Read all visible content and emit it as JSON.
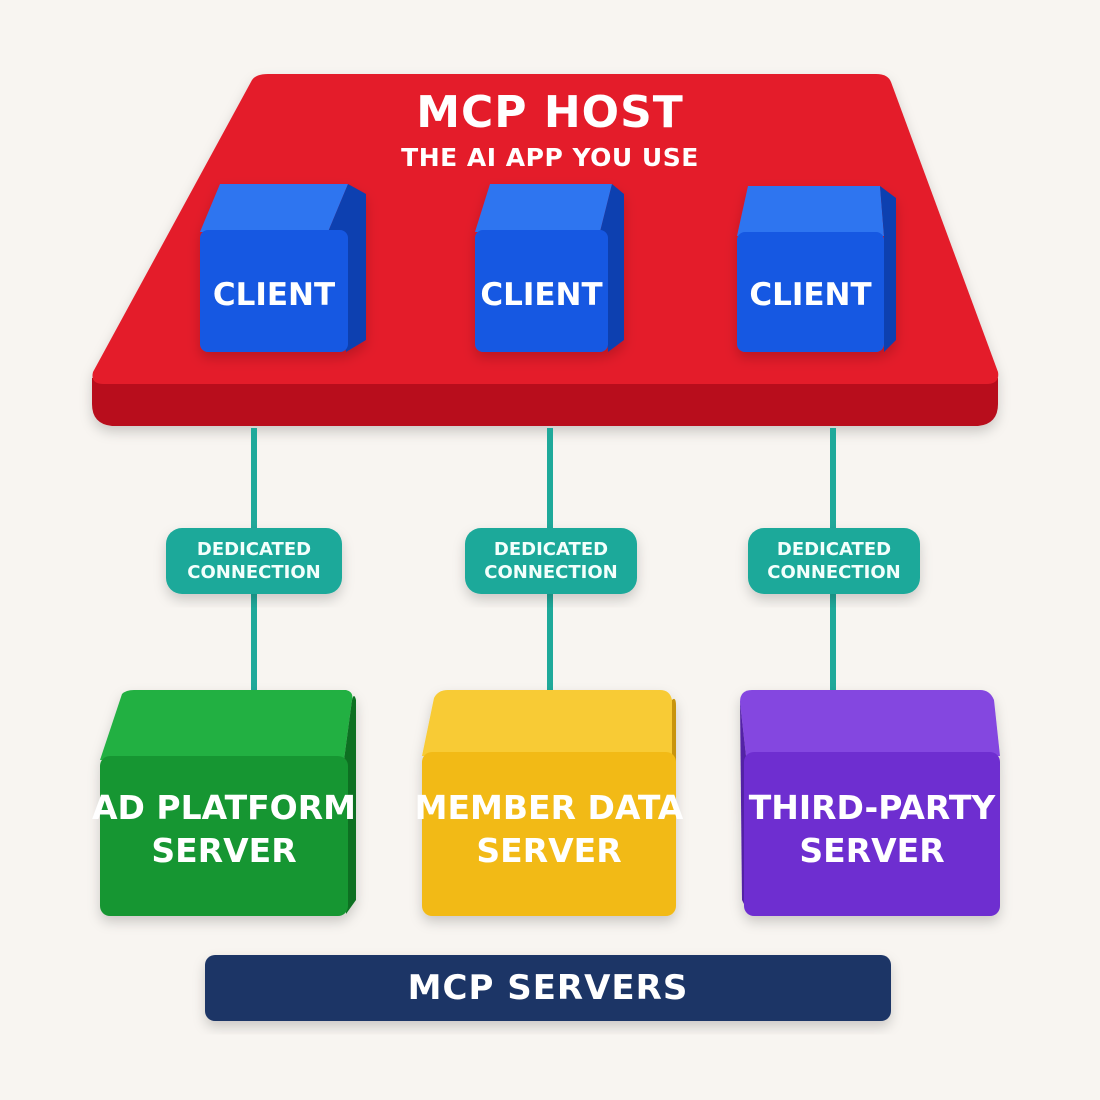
{
  "host": {
    "title": "MCP HOST",
    "subtitle": "THE AI APP YOU USE",
    "color": "#e41e2c",
    "side_color": "#b8101c"
  },
  "clients": [
    {
      "label": "CLIENT"
    },
    {
      "label": "CLIENT"
    },
    {
      "label": "CLIENT"
    }
  ],
  "client_colors": {
    "front": "#1658e2",
    "top": "#2f74f0",
    "side": "#0c3fb0"
  },
  "connections": [
    {
      "line1": "DEDICATED",
      "line2": "CONNECTION"
    },
    {
      "line1": "DEDICATED",
      "line2": "CONNECTION"
    },
    {
      "line1": "DEDICATED",
      "line2": "CONNECTION"
    }
  ],
  "connection_color": "#1fa99a",
  "servers": [
    {
      "line1": "AD PLATFORM",
      "line2": "SERVER",
      "front": "#199632",
      "top": "#22b043",
      "side": "#107024"
    },
    {
      "line1": "MEMBER DATA",
      "line2": "SERVER",
      "front": "#f2ba18",
      "top": "#f8cb34",
      "side": "#c89408"
    },
    {
      "line1": "THIRD-PARTY",
      "line2": "SERVER",
      "front": "#6e2ed0",
      "top": "#8446e0",
      "side": "#5220a6"
    }
  ],
  "servers_bar": {
    "label": "MCP SERVERS",
    "color": "#1b3566"
  }
}
